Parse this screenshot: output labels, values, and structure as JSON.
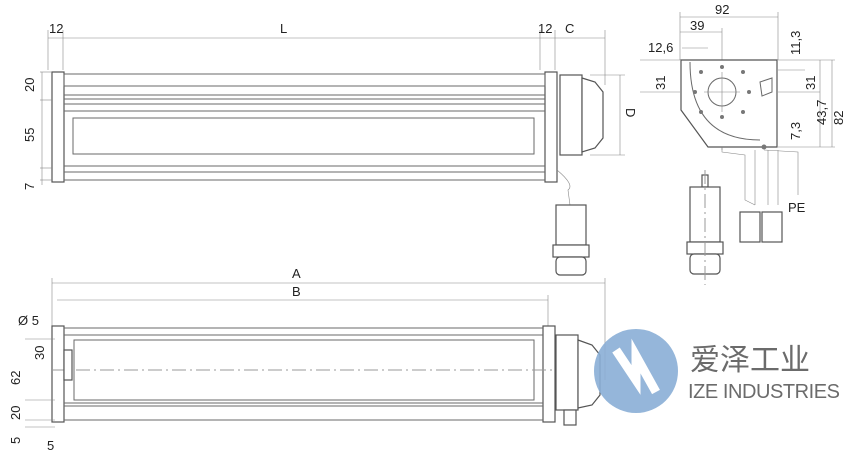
{
  "top_view": {
    "dim_left": "12",
    "dim_length": "L",
    "dim_right": "12",
    "dim_c": "C",
    "dim_d": "D",
    "dim_20": "20",
    "dim_55": "55",
    "dim_7": "7"
  },
  "side_view": {
    "dim_92": "92",
    "dim_39": "39",
    "dim_12_6": "12,6",
    "dim_11_3": "11,3",
    "dim_31_left": "31",
    "dim_31_right": "31",
    "dim_7_3": "7,3",
    "dim_43_7": "43,7",
    "dim_82": "82",
    "pe_label": "PE"
  },
  "bottom_view": {
    "dim_a": "A",
    "dim_b": "B",
    "dim_hole": "Ø 5",
    "dim_30": "30",
    "dim_62": "62",
    "dim_20": "20",
    "dim_5_v": "5",
    "dim_5_h": "5"
  },
  "watermark": {
    "name_cn": "爱泽工业",
    "name_en": "IZE INDUSTRIES",
    "logo_color": "#8aafd6",
    "text_color": "#6b6b6b"
  }
}
